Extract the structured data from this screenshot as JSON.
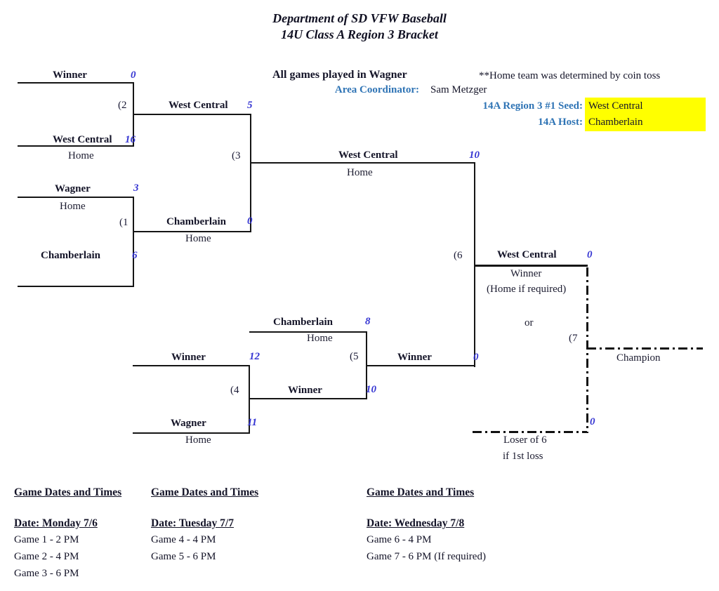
{
  "title": {
    "line1": "Department of SD VFW Baseball",
    "line2": "14U Class A Region 3 Bracket"
  },
  "info": {
    "all_games": "All games played in Wagner",
    "coin_toss_note": "**Home team was determined by coin toss",
    "area_coordinator_label": "Area Coordinator:",
    "area_coordinator": "Sam Metzger",
    "seed_label": "14A Region 3 #1 Seed:",
    "seed": "West Central",
    "host_label": "14A Host:",
    "host": "Chamberlain"
  },
  "bracket": {
    "g2_top_team": "Winner",
    "g2_top_score": "0",
    "g2_label": "(2",
    "g2_bottom_team": "West Central",
    "g2_bottom_score": "16",
    "g2_bottom_home": "Home",
    "g2_winner": "West Central",
    "g2_winner_score": "5",
    "g1_top_team": "Wagner",
    "g1_top_score": "3",
    "g1_top_home": "Home",
    "g1_label": "(1",
    "g1_bottom_team": "Chamberlain",
    "g1_bottom_score": "6",
    "g1_winner": "Chamberlain",
    "g1_winner_score": "0",
    "g1_winner_home": "Home",
    "g3_label": "(3",
    "g3_winner": "West Central",
    "g3_winner_score": "10",
    "g3_winner_home": "Home",
    "g5_top_team": "Chamberlain",
    "g5_top_score": "8",
    "g5_top_home": "Home",
    "g5_label": "(5",
    "g4_top_team": "Winner",
    "g4_top_score": "12",
    "g4_label": "(4",
    "g4_winner": "Winner",
    "g4_winner_score": "10",
    "g4_bottom_team": "Wagner",
    "g4_bottom_score": "11",
    "g4_bottom_home": "Home",
    "g5_winner": "Winner",
    "g5_winner_score": "0",
    "g6_label": "(6",
    "g6_winner": "West Central",
    "g6_winner_score": "0",
    "g6_winner_note1": "Winner",
    "g6_winner_note2": "(Home if required)",
    "or_text": "or",
    "g7_label": "(7",
    "champion_label": "Champion",
    "loser_score": "0",
    "loser_note1": "Loser of 6",
    "loser_note2": "if 1st loss"
  },
  "schedule": [
    {
      "header": "Game Dates and Times",
      "date": "Date: Monday 7/6",
      "games": [
        "Game 1 - 2 PM",
        "Game 2 - 4 PM",
        "Game 3 - 6 PM"
      ]
    },
    {
      "header": "Game Dates and Times",
      "date": "Date: Tuesday 7/7",
      "games": [
        "Game 4 - 4 PM",
        "Game 5 - 6 PM"
      ]
    },
    {
      "header": "Game Dates and Times",
      "date": "Date: Wednesday 7/8",
      "games": [
        "Game 6 - 4 PM",
        "Game 7 - 6 PM (If required)"
      ]
    }
  ],
  "colors": {
    "score_blue": "#3535d2",
    "label_blue": "#2f74b5",
    "highlight_yellow": "#ffff00",
    "line_black": "#151515"
  }
}
